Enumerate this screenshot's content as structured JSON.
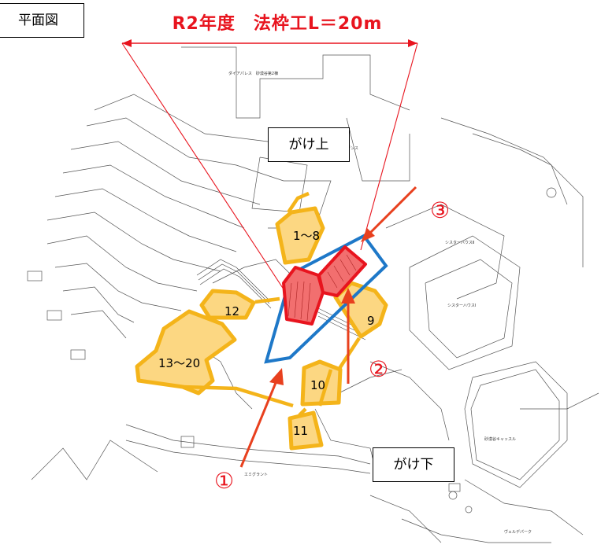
{
  "view_label": "平面図",
  "title": "R2年度　法枠工L＝20m",
  "top_label": "がけ上",
  "bottom_label": "がけ下",
  "arrow_labels": [
    "①",
    "②",
    "③"
  ],
  "lot_labels": [
    "1～8",
    "12",
    "9",
    "13～20",
    "10",
    "11"
  ],
  "colors": {
    "title_red": "#e8141e",
    "arrow_red": "#e8401e",
    "lot_outline": "#f4b41a",
    "lot_fill": "#fcd782",
    "zone_blue": "#1e78c8",
    "works_red": "#e8141e",
    "works_fill": "#f26f6f"
  }
}
